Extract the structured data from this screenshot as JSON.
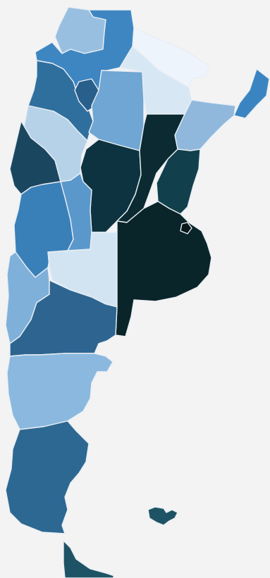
{
  "map": {
    "palette": {
      "background": "#f3f3f3",
      "border": "#e9eef4"
    },
    "regions": [
      {
        "id": "jujuy",
        "color": "#99bfe0"
      },
      {
        "id": "salta",
        "color": "#3e86c1"
      },
      {
        "id": "formosa",
        "color": "#eef4fb"
      },
      {
        "id": "misiones",
        "color": "#3a85c1"
      },
      {
        "id": "catamarca",
        "color": "#2f6f9e"
      },
      {
        "id": "tucuman",
        "color": "#285f8b"
      },
      {
        "id": "santiago-del-estero",
        "color": "#6fa6d3"
      },
      {
        "id": "chaco",
        "color": "#d8e7f4"
      },
      {
        "id": "corrientes",
        "color": "#8fb8dc"
      },
      {
        "id": "la-rioja",
        "color": "#b6d2e9"
      },
      {
        "id": "san-juan",
        "color": "#1b4660"
      },
      {
        "id": "cordoba",
        "color": "#0d3340"
      },
      {
        "id": "santa-fe",
        "color": "#0b2a32"
      },
      {
        "id": "entre-rios",
        "color": "#123f4c"
      },
      {
        "id": "mendoza",
        "color": "#3a80b8"
      },
      {
        "id": "san-luis",
        "color": "#5a98cc"
      },
      {
        "id": "la-pampa",
        "color": "#d2e4f2"
      },
      {
        "id": "buenos-aires",
        "color": "#0a2529"
      },
      {
        "id": "caba",
        "color": "#06181a"
      },
      {
        "id": "neuquen",
        "color": "#7fb0da"
      },
      {
        "id": "rio-negro",
        "color": "#2d6590"
      },
      {
        "id": "chubut",
        "color": "#8ab8de"
      },
      {
        "id": "santa-cruz",
        "color": "#2c6892"
      },
      {
        "id": "tierra-del-fuego",
        "color": "#1e5365"
      },
      {
        "id": "islas-malvinas",
        "color": "#1e5365"
      }
    ]
  }
}
